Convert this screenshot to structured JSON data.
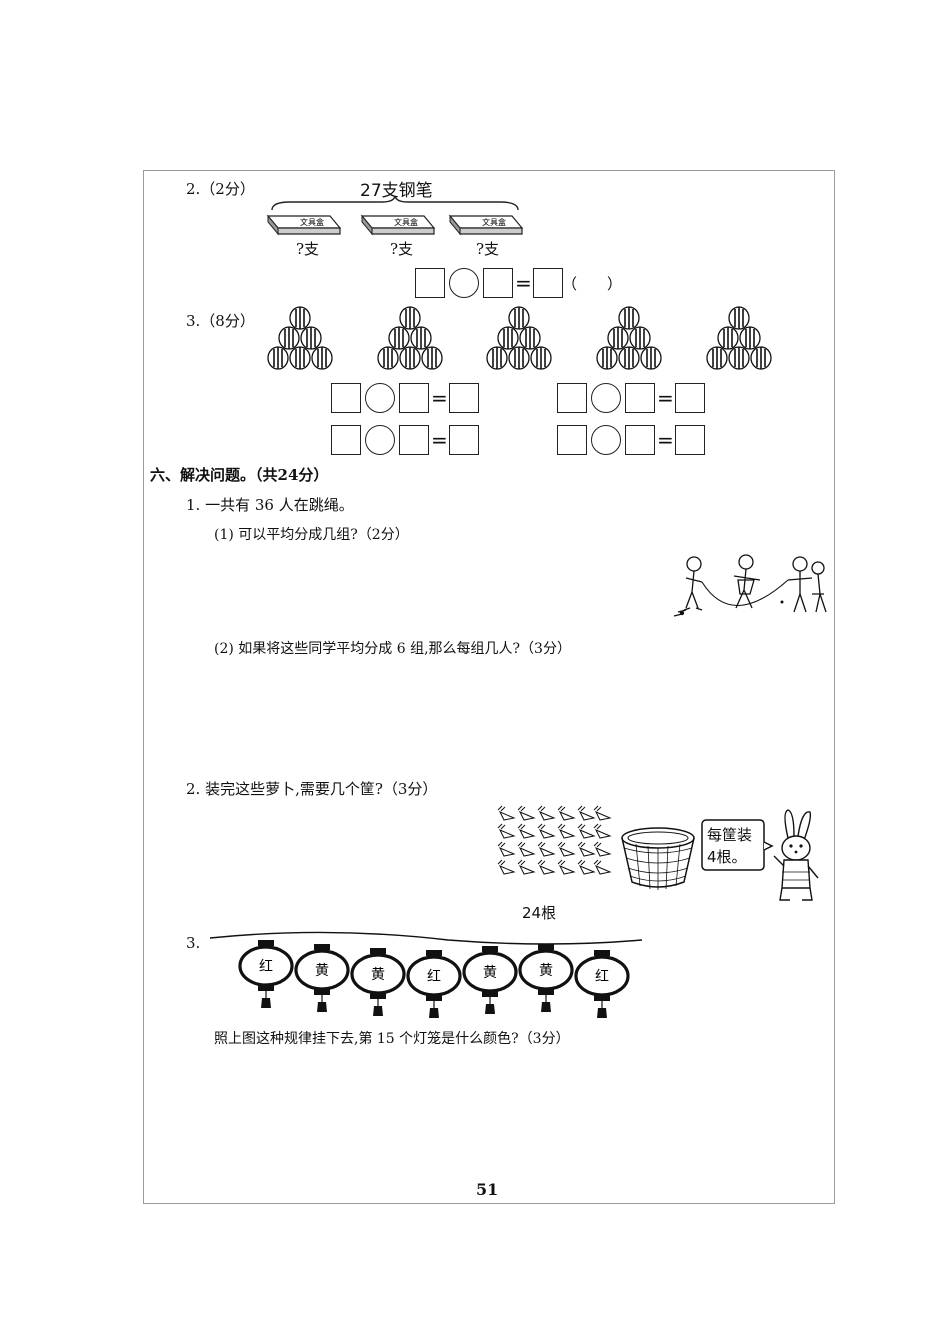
{
  "q2": {
    "number": "2.（2分）",
    "brace_label": "27支钢笔",
    "box_label": "文具盒",
    "unknown_label": "?支",
    "paren": "（　　）"
  },
  "q3": {
    "number": "3.（8分）"
  },
  "section6": {
    "title": "六、解决问题。（共24分）",
    "p1": "1. 一共有 36 人在跳绳。",
    "p1a": "(1) 可以平均分成几组?（2分）",
    "p1b": "(2) 如果将这些同学平均分成 6 组,那么每组几人?（3分）",
    "p2": "2. 装完这些萝卜,需要几个筐?（3分）",
    "carrot_label": "24根",
    "bubble_line1": "每筐装",
    "bubble_line2": "4根。",
    "p3_number": "3.",
    "lanterns": [
      "红",
      "黄",
      "黄",
      "红",
      "黄",
      "黄",
      "红"
    ],
    "p3_question": "照上图这种规律挂下去,第 15 个灯笼是什么颜色?（3分）"
  },
  "page_number": "51"
}
